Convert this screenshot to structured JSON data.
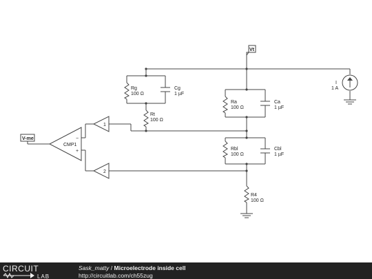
{
  "components": {
    "rg": {
      "name": "Rg",
      "value": "100 Ω"
    },
    "cg": {
      "name": "Cg",
      "value": "1 µF"
    },
    "rt": {
      "name": "Rt",
      "value": "100 Ω"
    },
    "ra": {
      "name": "Ra",
      "value": "100 Ω"
    },
    "ca": {
      "name": "Ca",
      "value": "1 µF"
    },
    "rbl": {
      "name": "Rbl",
      "value": "100 Ω"
    },
    "cbl": {
      "name": "Cbl",
      "value": "1 µF"
    },
    "r4": {
      "name": "R4",
      "value": "100 Ω"
    },
    "i1": {
      "name": "I",
      "value": "1 A"
    },
    "cmp1": {
      "name": "CMP1",
      "minus": "−",
      "plus": "+"
    },
    "buf1": {
      "name": "1"
    },
    "buf2": {
      "name": "2"
    }
  },
  "net_labels": {
    "vt": "Vt",
    "vme": "V-me"
  },
  "footer": {
    "logo_top": "CIRCUIT",
    "logo_bottom": "LAB",
    "author": "Sask_matty",
    "separator": " / ",
    "circuit_name": "Microelectrode inside cell",
    "url": "http://circuitlab.com/ch55zug"
  }
}
